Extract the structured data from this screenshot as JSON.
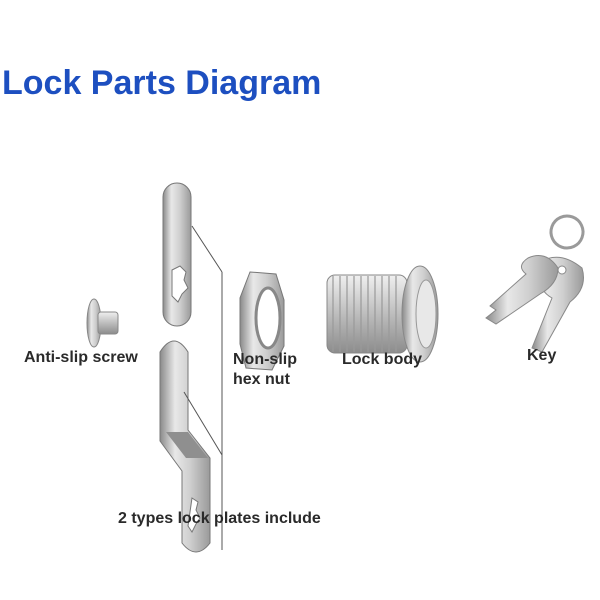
{
  "title": "Lock Parts Diagram",
  "labels": {
    "screw": "Anti-slip screw",
    "nut_line1": "Non-slip",
    "nut_line2": "hex nut",
    "body": "Lock body",
    "key": "Key",
    "plates": "2 types lock plates include"
  },
  "colors": {
    "title": "#1d4fc0",
    "text": "#2a2a2a"
  }
}
